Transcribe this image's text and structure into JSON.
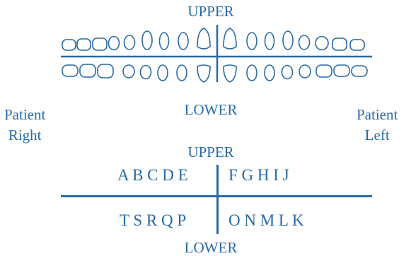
{
  "permanent_chart": {
    "upper_label": "UPPER",
    "lower_label": "LOWER"
  },
  "sides": {
    "right": [
      "Patient",
      "Right"
    ],
    "left": [
      "Patient",
      "Left"
    ]
  },
  "primary_chart": {
    "upper_label": "UPPER",
    "lower_label": "LOWER",
    "upper_right_letters": "A B C D E",
    "upper_left_letters": "F G H I J",
    "lower_right_letters": "T S R Q P",
    "lower_left_letters": "O N M L K"
  },
  "colors": {
    "ink": "#2a6aa6"
  }
}
